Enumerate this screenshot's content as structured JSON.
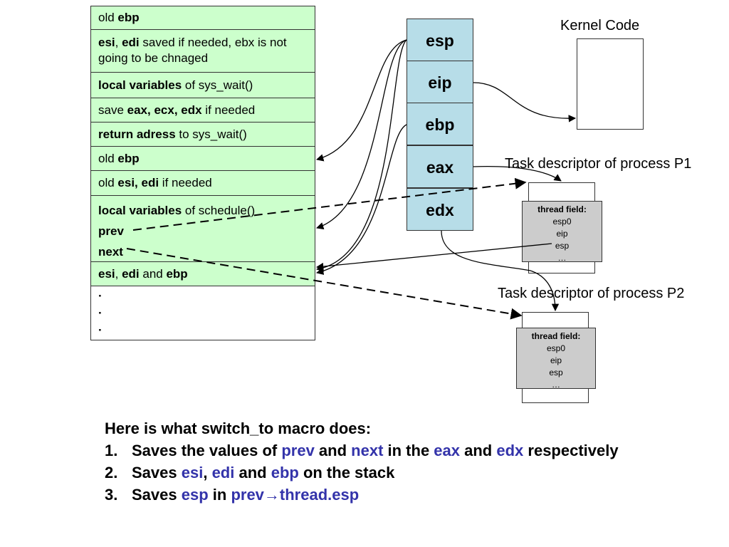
{
  "stack": {
    "cells": [
      {
        "plain": "old ",
        "bold": "ebp"
      },
      {
        "bold1": "esi",
        "sep": ", ",
        "bold2": "edi",
        "rest": " saved if needed, ebx is not going to be chnaged"
      },
      {
        "bold": "local variables",
        "plain": " of sys_wait()"
      },
      {
        "plain": "save ",
        "bold": "eax, ecx, edx",
        "rest": " if needed"
      },
      {
        "bold": "return adress",
        "plain": " to sys_wait()"
      },
      {
        "plain": "old ",
        "bold": "ebp"
      },
      {
        "plain": "old ",
        "bold": "esi, edi",
        "rest": " if needed"
      },
      {
        "bold": "local variables",
        "plain": " of schedule()",
        "line2": "prev",
        "line3": "next"
      },
      {
        "bold1": "esi",
        "sep": ", ",
        "bold2": "edi",
        "mid": " and ",
        "bold3": "ebp"
      },
      {
        "dots": [
          "·",
          "·",
          "·"
        ]
      }
    ]
  },
  "registers": [
    "esp",
    "eip",
    "ebp",
    "eax",
    "edx"
  ],
  "kernel_code_label": "Kernel Code",
  "task_p1": {
    "label": "Task descriptor of process P1",
    "thread_field": "thread field:",
    "fields": [
      "esp0",
      "eip",
      "esp",
      "…"
    ]
  },
  "task_p2": {
    "label": "Task descriptor of process P2",
    "thread_field": "thread field:",
    "fields": [
      "esp0",
      "eip",
      "esp",
      "…"
    ]
  },
  "notes": {
    "heading": "Here is what switch_to macro does:",
    "items": [
      {
        "num": "1.",
        "t1": "Saves the values of ",
        "h1": "prev",
        "t2": " and ",
        "h2": "next",
        "t3": " in the ",
        "h3": "eax",
        "t4": " and ",
        "h4": "edx",
        "t5": " respectively"
      },
      {
        "num": "2.",
        "t1": "Saves ",
        "h1": "esi",
        "t2": ", ",
        "h2": "edi",
        "t3": " and ",
        "h3": "ebp",
        "t4": " on the stack"
      },
      {
        "num": "3.",
        "t1": "Saves ",
        "h1": "esp",
        "t2": " in ",
        "h2": "prev→thread.esp"
      }
    ]
  },
  "colors": {
    "stack_green": "#ccffcc",
    "register_blue": "#b7dde8",
    "descriptor_gray": "#cccccc",
    "highlight": "#3333aa"
  }
}
